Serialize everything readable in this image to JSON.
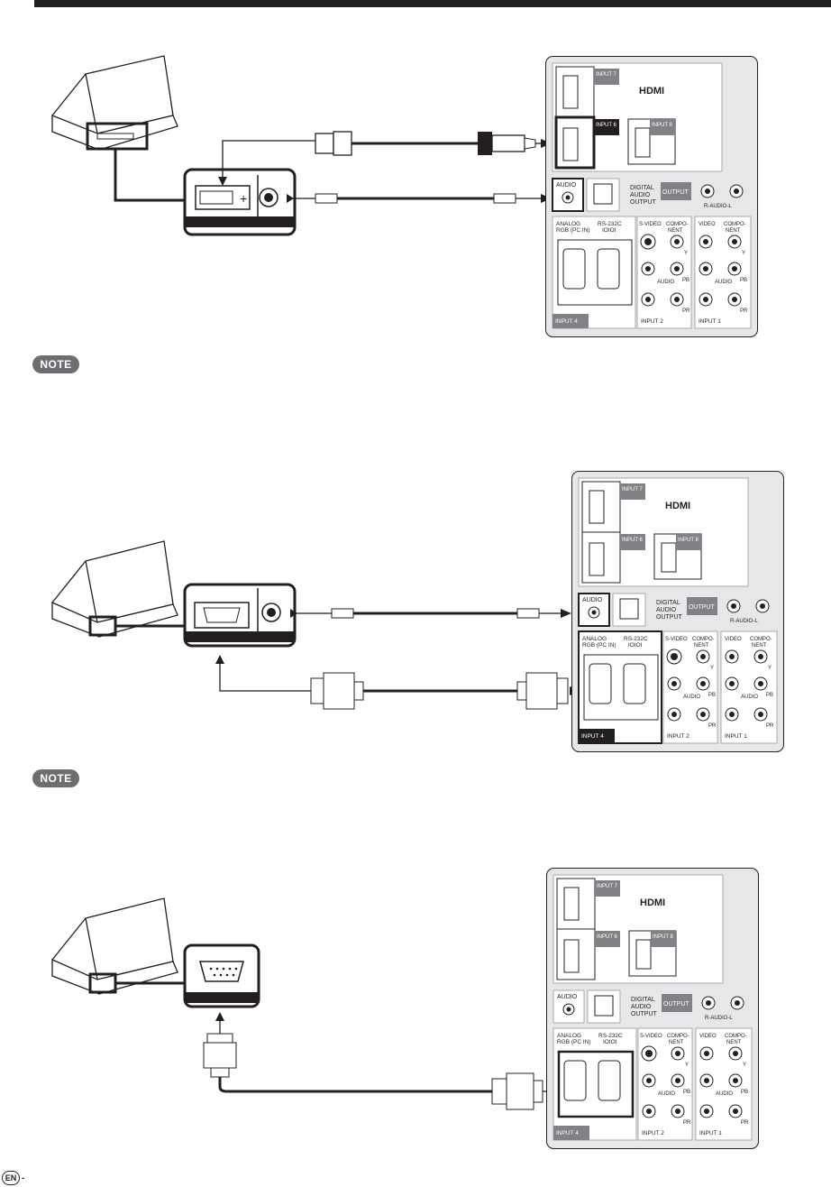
{
  "note": "NOTE",
  "footer": {
    "lang": "EN",
    "dash": "-"
  },
  "panel": {
    "hdmi_logo": "HDMI",
    "input7": "INPUT 7",
    "input6": "INPUT 6",
    "input8": "INPUT 8",
    "audio": "AUDIO",
    "digital_audio_output": [
      "DIGITAL",
      "AUDIO",
      "OUTPUT"
    ],
    "output": "OUTPUT",
    "r_audio_l": "R-AUDIO-L",
    "analog_rgb": [
      "ANALOG",
      "RGB (PC IN)"
    ],
    "rs232c": [
      "RS-232C",
      "IOIOI"
    ],
    "s_video": "S-VIDEO",
    "component": [
      "COMPO-",
      "NENT"
    ],
    "video": "VIDEO",
    "audio_vert": "AUDIO",
    "l": "L",
    "r": "R",
    "y": "Y",
    "pb": "PB",
    "pr": "PR",
    "input4": "INPUT 4",
    "input2": "INPUT 2",
    "input1": "INPUT 1"
  },
  "colors": {
    "panel_bg": "#e6e7e8",
    "panel_dark": "#808285",
    "ink": "#231f20",
    "badge": "#6d6e71"
  }
}
